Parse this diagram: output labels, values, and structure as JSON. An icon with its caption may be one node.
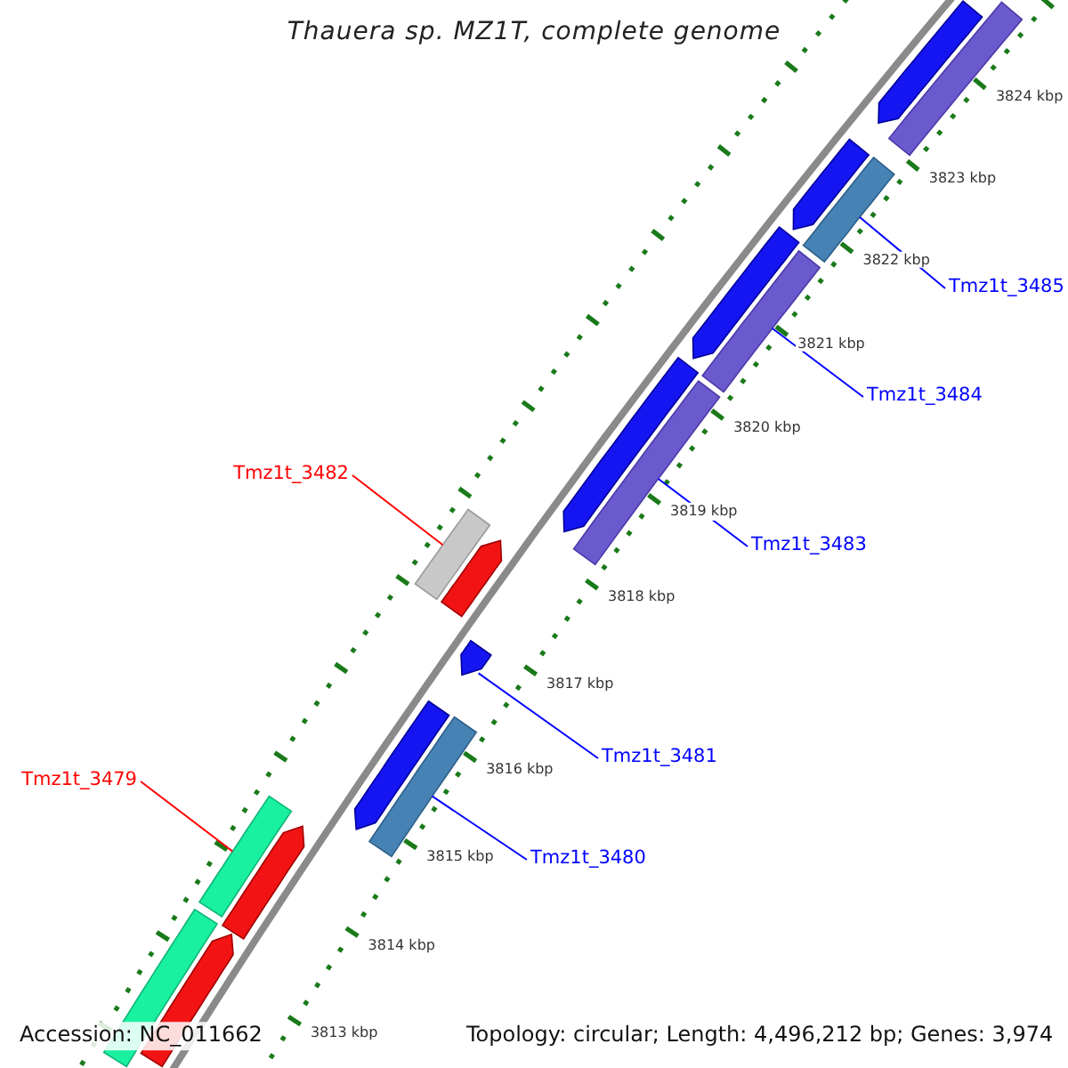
{
  "diagram": {
    "title": "Thauera sp. MZ1T, complete genome",
    "nodes": [
      {
        "text": [
          "Tmz1t_3485"
        ]
      },
      {
        "text": [],
        "shape": "bar"
      },
      {
        "text": [
          "Tmz1t_3484"
        ]
      },
      {
        "text": [],
        "shape": "bar"
      },
      {
        "text": [
          "Tmz1t_3482"
        ]
      },
      {
        "text": [],
        "shape": "bar"
      },
      {
        "text": [
          "Tmz1t_3483"
        ]
      },
      {
        "text": [],
        "shape": "bar"
      },
      {
        "text": [
          "Tmz1t_3481"
        ]
      },
      {
        "text": [],
        "shape": "arrow"
      },
      {
        "text": [
          "Tmz1t_3479"
        ]
      },
      {
        "text": [],
        "shape": "bar"
      },
      {
        "text": [
          "Tmz1t_3480"
        ]
      },
      {
        "text": [],
        "shape": "bar"
      },
      {
        "text": [],
        "shape": "arrow"
      },
      {
        "text": [],
        "shape": "bar"
      },
      {
        "text": [],
        "shape": "arrow"
      },
      {
        "text": [],
        "shape": "arrow"
      },
      {
        "text": [],
        "shape": "arrow"
      },
      {
        "text": [],
        "shape": "arrow"
      },
      {
        "text": [],
        "shape": "arrow"
      },
      {
        "text": [],
        "shape": "arrow"
      },
      {
        "text": [],
        "shape": "bar"
      },
      {
        "text": [],
        "shape": "arrow"
      }
    ],
    "edges": [
      {
        "from": 0,
        "to": 1,
        "arrow": "none"
      },
      {
        "from": 2,
        "to": 3,
        "arrow": "none"
      },
      {
        "from": 4,
        "to": 5,
        "arrow": "none",
        "color": "#ff0000"
      },
      {
        "from": 6,
        "to": 7,
        "arrow": "none"
      },
      {
        "from": 8,
        "to": 9,
        "arrow": "none"
      },
      {
        "from": 10,
        "to": 11,
        "arrow": "none",
        "color": "#ff0000"
      },
      {
        "from": 12,
        "to": 13,
        "arrow": "none"
      }
    ],
    "labels": [
      "3824 kbp",
      "3823 kbp",
      "3822 kbp",
      "3821 kbp",
      "3820 kbp",
      "3819 kbp",
      "3818 kbp",
      "3817 kbp",
      "3816 kbp",
      "3815 kbp",
      "3814 kbp",
      "3813 kbp",
      "Accession: NC_011662",
      "Topology: circular; Length: 4,496,212 bp; Genes: 3,974"
    ]
  }
}
